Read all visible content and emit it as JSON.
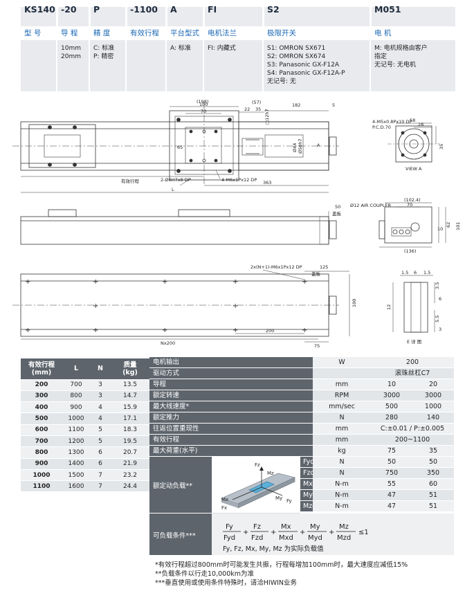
{
  "model": {
    "codes": [
      "KS140",
      "-20",
      "P",
      "-1100",
      "A",
      "FI",
      "S2",
      "M051"
    ],
    "headers": [
      "型 号",
      "导 程",
      "精 度",
      "有效行程",
      "平台型式",
      "电机法兰",
      "极限开关",
      "电 机"
    ],
    "lead_options": [
      "10mm",
      "20mm"
    ],
    "precision_options": [
      "C: 标准",
      "P: 精密"
    ],
    "platform_options": [
      "A: 标准"
    ],
    "flange_options": [
      "FI: 内藏式"
    ],
    "switch_options": [
      "S1: OMRON SX671",
      "S2: OMRON SX674",
      "S3: Panasonic GX-F12A",
      "S4: Panasonic GX-F12A-P",
      "无记号: 无"
    ],
    "motor_options": [
      "M: 电机规格由客户",
      "指定",
      "无记号: 无电机"
    ]
  },
  "drawing": {
    "top_dims": [
      "(198)",
      "100",
      "70",
      "(57)",
      "22",
      "35",
      "182",
      "5",
      "□12h7"
    ],
    "dia_labels": [
      "Ø44",
      "Ø50h7"
    ],
    "side_labels": [
      "65",
      "A"
    ],
    "hole_labels": [
      "2-Ø6H7x8 DP",
      "4-M6x1Px12 DP"
    ],
    "stroke_label": "有效行程",
    "length_label": "L",
    "dim_363": "363",
    "view_a": {
      "hole": "4-M5x0.8Px10 DP",
      "pcd": "P.C.D.70",
      "w58": "58",
      "w28": "28",
      "h35": "35",
      "label": "VIEW A"
    },
    "side_view": {
      "d50": "50",
      "cover": "盖板",
      "coupler": "Ø12 AIR COUPLER",
      "d1024": "(102.4)",
      "d70": "70",
      "d10": "10",
      "d62": "62",
      "d101": "101",
      "d136": "(136)"
    },
    "bottom_view": {
      "holes": "2x(N+1)-M6x1Px12 DP",
      "d125": "125",
      "cover": "盖板",
      "d100": "100",
      "d200": "200",
      "n200": "Nx200",
      "d75": "75"
    },
    "detail_e": {
      "d15a": "1.5",
      "d6": "6",
      "d15b": "1.5",
      "d35": "3.5",
      "d6b": "6",
      "d12": "12",
      "d55": "5.5",
      "d3": "3",
      "label": "E 详 图"
    }
  },
  "stroke_table": {
    "headers": [
      "有效行程\n(mm)",
      "L",
      "N",
      "质量\n(kg)"
    ],
    "rows": [
      [
        "200",
        "700",
        "3",
        "13.5"
      ],
      [
        "300",
        "800",
        "3",
        "14.7"
      ],
      [
        "400",
        "900",
        "4",
        "15.9"
      ],
      [
        "500",
        "1000",
        "4",
        "17.1"
      ],
      [
        "600",
        "1100",
        "5",
        "18.3"
      ],
      [
        "700",
        "1200",
        "5",
        "19.5"
      ],
      [
        "800",
        "1300",
        "6",
        "20.7"
      ],
      [
        "900",
        "1400",
        "6",
        "21.9"
      ],
      [
        "1000",
        "1500",
        "7",
        "23.2"
      ],
      [
        "1100",
        "1600",
        "7",
        "24.4"
      ]
    ]
  },
  "spec_table": {
    "rows": [
      {
        "name": "电机输出",
        "unit": "W",
        "all": "200"
      },
      {
        "name": "驱动方式",
        "unit": "",
        "all": "滚珠丝杠C7"
      },
      {
        "name": "导程",
        "unit": "mm",
        "v1": "10",
        "v2": "20"
      },
      {
        "name": "额定转速",
        "unit": "RPM",
        "v1": "3000",
        "v2": "3000"
      },
      {
        "name": "最大线速度*",
        "unit": "mm/sec",
        "v1": "500",
        "v2": "1000"
      },
      {
        "name": "额定推力",
        "unit": "N",
        "v1": "280",
        "v2": "140"
      },
      {
        "name": "往返位置重现性",
        "unit": "mm",
        "all": "C:±0.01 / P:±0.005"
      },
      {
        "name": "有效行程",
        "unit": "mm",
        "all": "200~1100"
      },
      {
        "name": "最大荷重(水平)",
        "unit": "kg",
        "v1": "75",
        "v2": "35"
      }
    ],
    "load_label": "额定动负载**",
    "load_rows": [
      {
        "name": "Fyd",
        "unit": "N",
        "v1": "50",
        "v2": "50"
      },
      {
        "name": "Fzd",
        "unit": "N",
        "v1": "750",
        "v2": "350"
      },
      {
        "name": "Mxd",
        "unit": "N-m",
        "v1": "55",
        "v2": "60"
      },
      {
        "name": "Myd",
        "unit": "N-m",
        "v1": "47",
        "v2": "51"
      },
      {
        "name": "Mzd",
        "unit": "N-m",
        "v1": "47",
        "v2": "51"
      }
    ],
    "axis_labels": [
      "Fz",
      "Mz",
      "Mx",
      "Fx",
      "My",
      "Fy"
    ],
    "condition_label": "可负载条件***",
    "formula_terms": [
      [
        "Fy",
        "Fyd"
      ],
      [
        "Fz",
        "Fzd"
      ],
      [
        "Mx",
        "Mxd"
      ],
      [
        "My",
        "Myd"
      ],
      [
        "Mz",
        "Mzd"
      ]
    ],
    "formula_le": "≤1",
    "formula_note": "Fy, Fz, Mx, My, Mz 为实际负载值"
  },
  "notes": [
    "*有效行程超过800mm时可能发生共振，行程每增加100mm时，最大速度应减低15%",
    "**负载条件以行走10,000km为准",
    "***垂直使用或使用条件特殊时，请洽HIWIN业务"
  ]
}
